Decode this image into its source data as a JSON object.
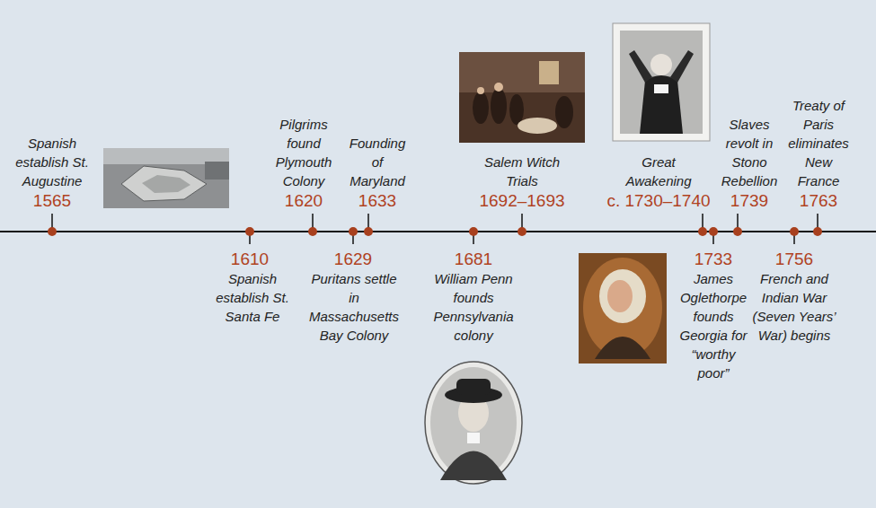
{
  "diagram": {
    "labels": [
      "Spanish establish St. Augustine",
      "1565",
      "1610",
      "Spanish establish St. Santa Fe",
      "Pilgrims found Plymouth Colony",
      "1620",
      "1629",
      "Puritans settle in Massachusetts Bay Colony",
      "Founding of Maryland",
      "1633",
      "1681",
      "William Penn founds Pennsylvania colony",
      "Salem Witch Trials",
      "1692–1693",
      "Great Awakening",
      "c. 1730–1740",
      "1733",
      "James Oglethorpe founds Georgia for “worthy poor”",
      "Slaves revolt in Stono Rebellion",
      "1739",
      "1756",
      "French and Indian War (Seven Years’ War) begins",
      "Treaty of Paris eliminates New France",
      "1763"
    ]
  }
}
